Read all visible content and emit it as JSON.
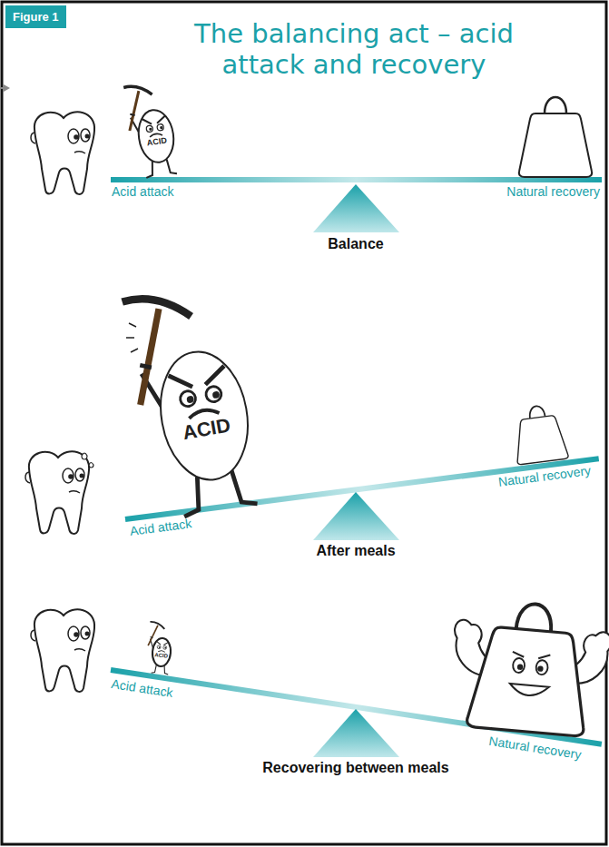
{
  "diagram": {
    "title": "The balancing act – acid attack and recovery",
    "nodes": [
      {
        "text": [
          "Figure 1"
        ]
      },
      {
        "text": [
          "ACID"
        ]
      },
      {
        "text": [
          "ACID"
        ]
      },
      {
        "text": [
          "ACID"
        ]
      }
    ],
    "labels": [
      "Acid attack",
      "Natural recovery",
      "Balance",
      "Acid attack",
      "Natural recovery",
      "After meals",
      "Acid attack",
      "Natural recovery",
      "Recovering between meals"
    ]
  }
}
